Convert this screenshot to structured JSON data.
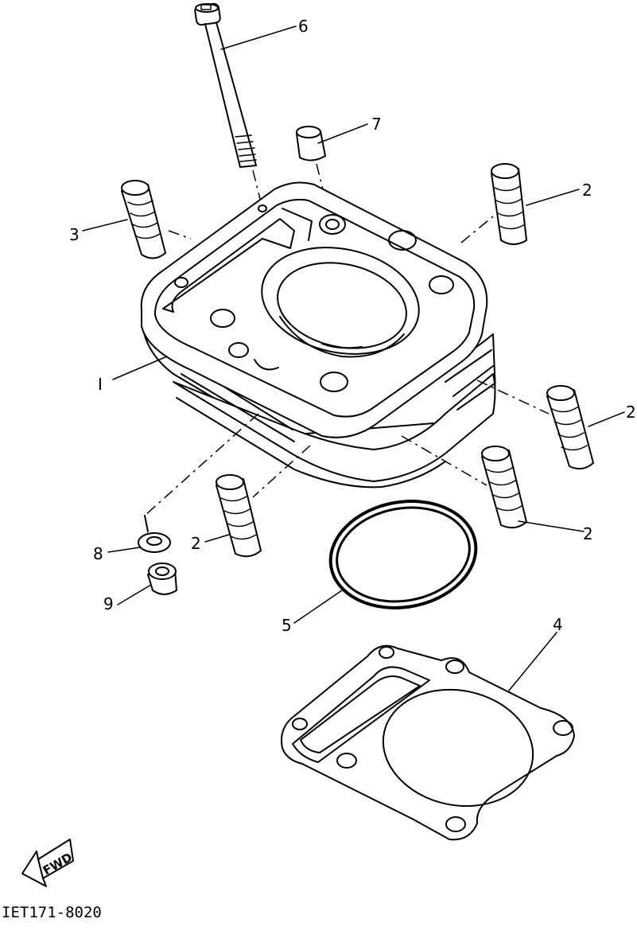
{
  "callouts": {
    "c1": "I",
    "c2a": "2",
    "c2b": "2",
    "c2c": "2",
    "c2d": "2",
    "c3": "3",
    "c4": "4",
    "c5": "5",
    "c6": "6",
    "c7": "7",
    "c8": "8",
    "c9": "9"
  },
  "fwd_label": "FWD",
  "drawing_code": "IET171-8020"
}
